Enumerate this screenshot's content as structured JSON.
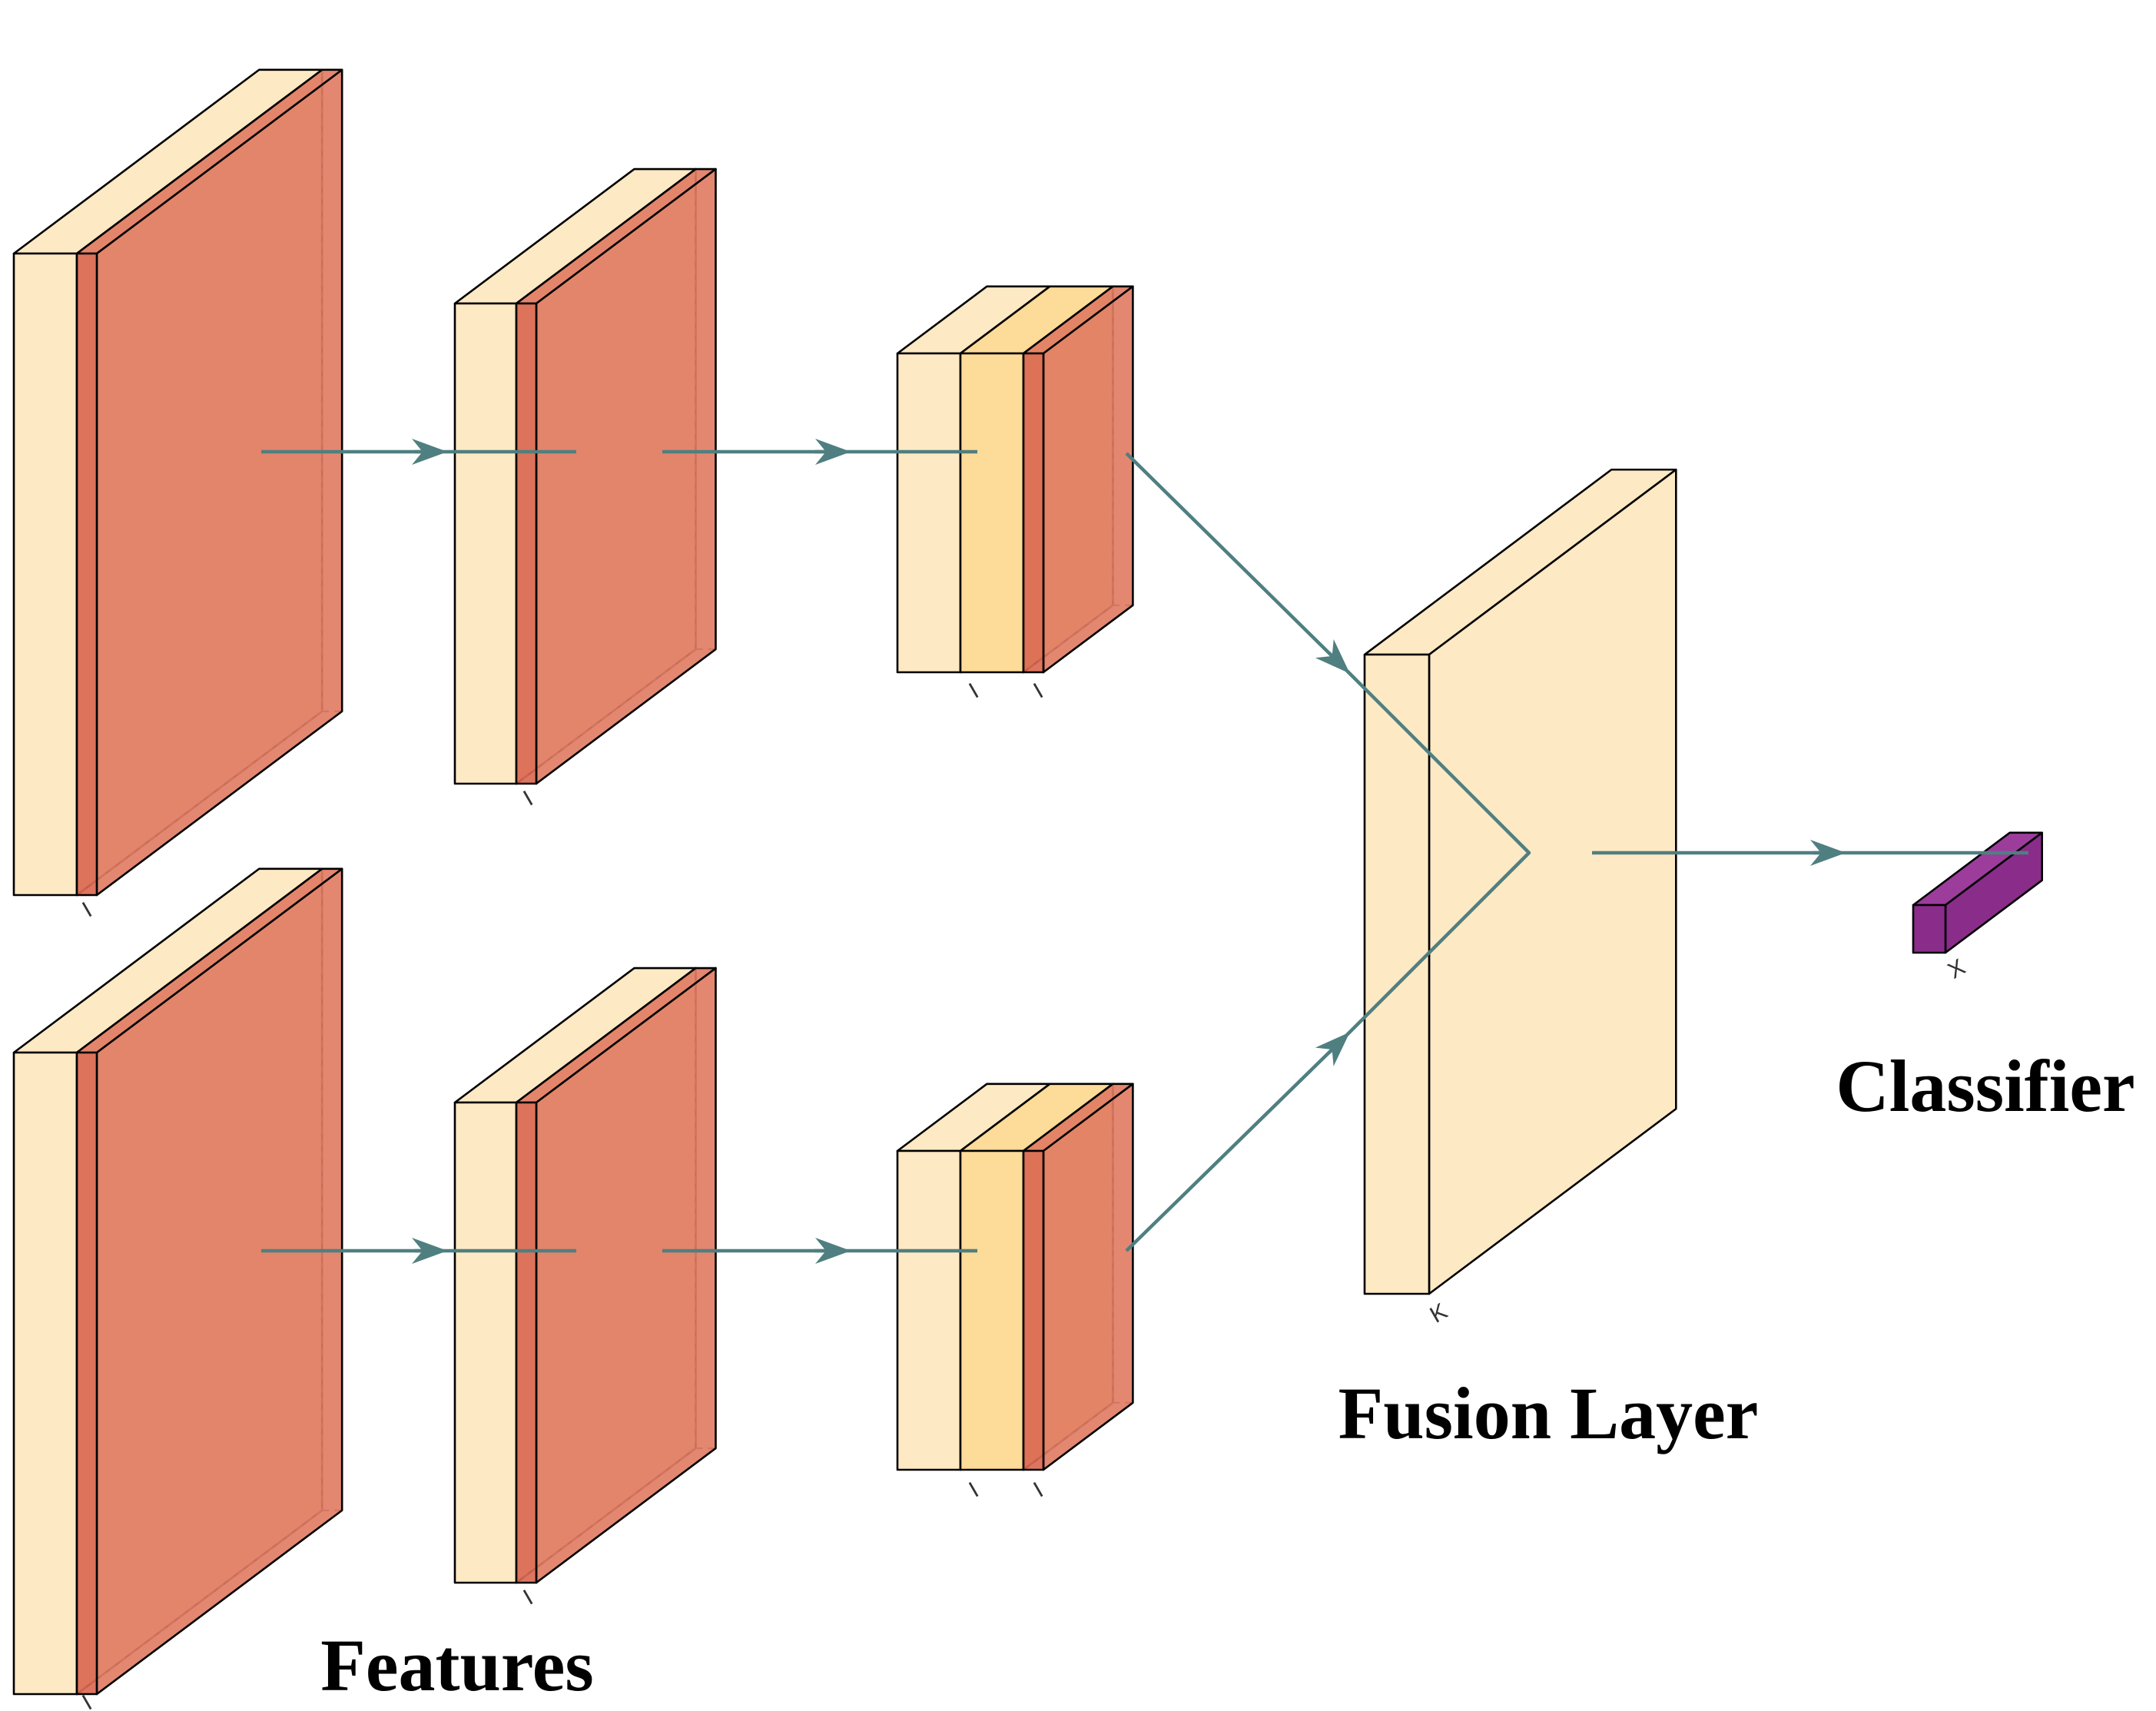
{
  "labels": {
    "features": "Features",
    "fusion_layer": "Fusion Layer",
    "classifier": "Classifier"
  },
  "tick_marks": {
    "layer_single": "I",
    "fusion": "K",
    "classifier": "X"
  },
  "colors": {
    "conv_face": "#fde9c4",
    "conv_face_dark": "#fddb98",
    "activation_face": "#e07a62",
    "activation_front": "#d9664f",
    "classifier_face": "#8a2c8a",
    "arrow": "#4f7f80",
    "edge": "#000000",
    "caption_text": "#000000"
  }
}
